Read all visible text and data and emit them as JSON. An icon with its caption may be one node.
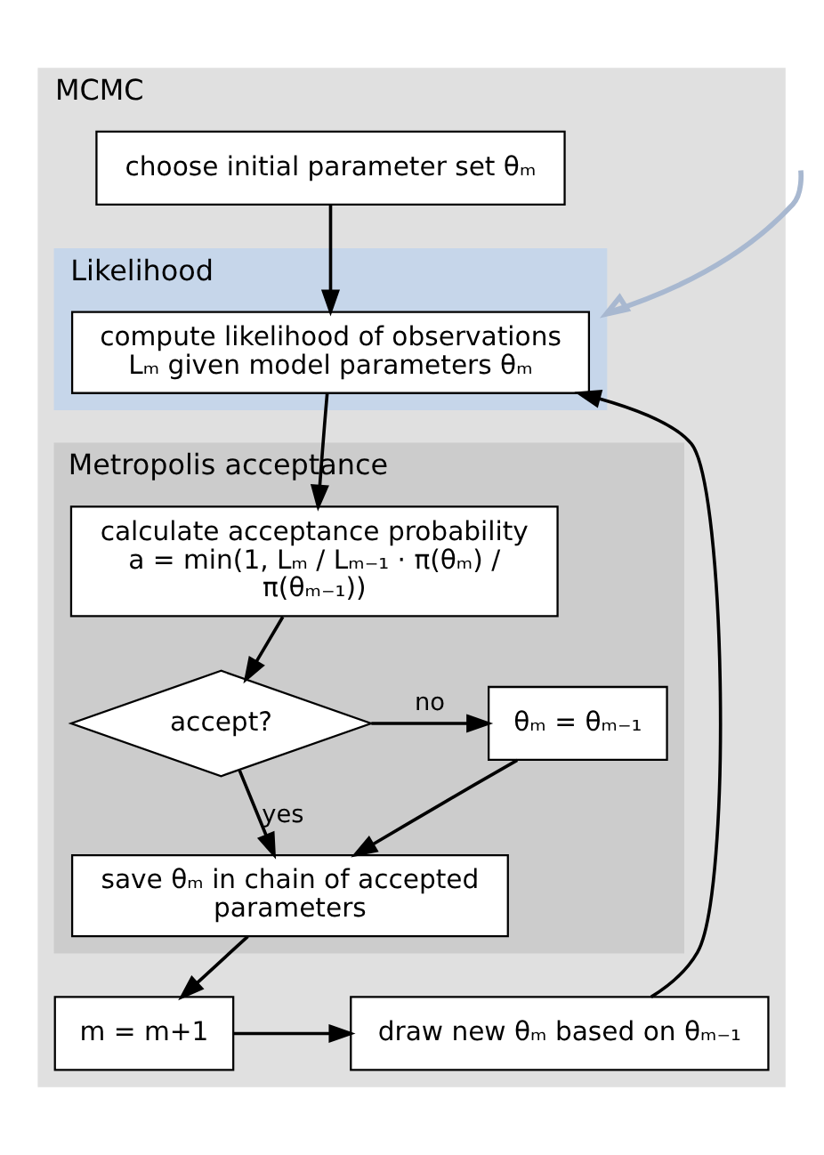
{
  "diagram": {
    "nodes": [
      {
        "text": [
          "MCMC"
        ]
      },
      {
        "text": [
          "choose initial parameter set θₘ"
        ],
        "in": 0
      },
      {
        "text": [
          "Likelihood"
        ],
        "in": 0
      },
      {
        "text": [
          "compute likelihood of observations Lₘ given model parameters θₘ"
        ],
        "in": 2
      },
      {
        "text": [
          "Metropolis acceptance"
        ],
        "in": 0
      },
      {
        "text": [
          "calculate acceptance probability",
          "a = min(1, Lₘ / Lₘ₋₁ · π(θₘ) / π(θₘ₋₁))"
        ],
        "in": 4
      },
      {
        "text": [
          "accept?"
        ],
        "in": 4
      },
      {
        "text": [
          "θₘ = θₘ₋₁"
        ],
        "in": 4
      },
      {
        "text": [
          "save θₘ in chain of accepted parameters"
        ],
        "in": 4
      },
      {
        "text": [
          "m = m+1"
        ],
        "in": 0
      },
      {
        "text": [
          "draw new θₘ based on θₘ₋₁"
        ],
        "in": 0
      }
    ],
    "edges": [
      {
        "from": 1,
        "to": 3,
        "arrow": "to"
      },
      {
        "from": 3,
        "to": 5,
        "arrow": "to"
      },
      {
        "from": 5,
        "to": 6,
        "arrow": "to"
      },
      {
        "from": 6,
        "to": 7,
        "arrow": "to",
        "label": "no"
      },
      {
        "from": 6,
        "to": 8,
        "arrow": "to",
        "label": "yes"
      },
      {
        "from": 7,
        "to": 8,
        "arrow": "to"
      },
      {
        "from": 8,
        "to": 9,
        "arrow": "to"
      },
      {
        "from": 9,
        "to": 10,
        "arrow": "to"
      },
      {
        "from": 10,
        "to": 3,
        "arrow": "to"
      },
      {
        "from": null,
        "to": 2,
        "arrow": "to",
        "color": "#a8b8d0"
      }
    ]
  }
}
